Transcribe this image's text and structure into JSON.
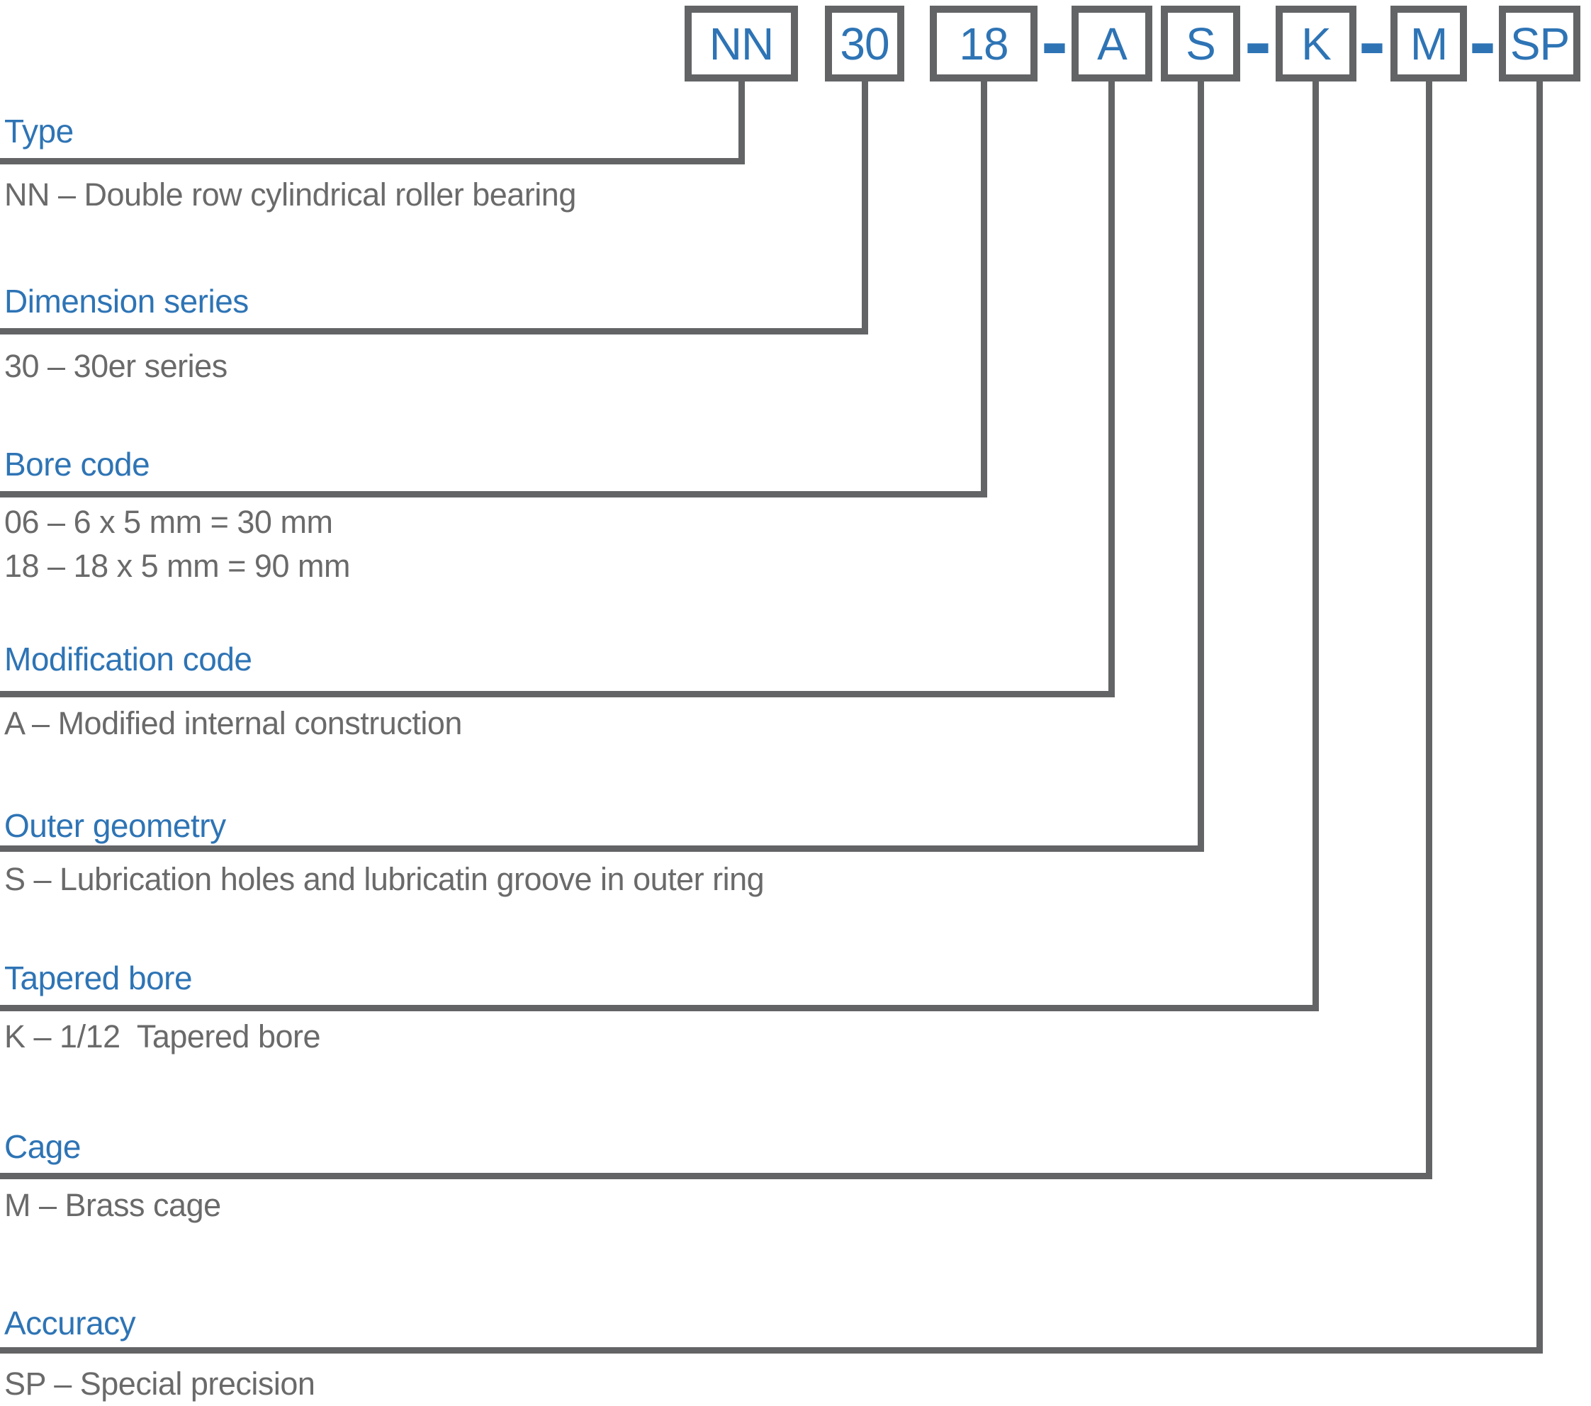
{
  "designation": {
    "full_code": "NN 30 18 - A S - K - M - SP",
    "separator": "-",
    "boxes": [
      {
        "id": "type",
        "text": "NN"
      },
      {
        "id": "dimension-series",
        "text": "30"
      },
      {
        "id": "bore-code",
        "text": "18"
      },
      {
        "id": "modification-code",
        "text": "A"
      },
      {
        "id": "outer-geometry",
        "text": "S"
      },
      {
        "id": "tapered-bore",
        "text": "K"
      },
      {
        "id": "cage",
        "text": "M"
      },
      {
        "id": "accuracy",
        "text": "SP"
      }
    ]
  },
  "sections": [
    {
      "heading": "Type",
      "lines": [
        "NN – Double row cylindrical roller bearing"
      ]
    },
    {
      "heading": "Dimension series",
      "lines": [
        "30 – 30er series"
      ]
    },
    {
      "heading": "Bore code",
      "lines": [
        "06 – 6 x 5 mm = 30 mm",
        "18 – 18 x 5 mm = 90 mm"
      ]
    },
    {
      "heading": "Modification code",
      "lines": [
        "A – Modified internal construction"
      ]
    },
    {
      "heading": "Outer geometry",
      "lines": [
        "S – Lubrication holes and lubricatin groove in outer ring"
      ]
    },
    {
      "heading": "Tapered bore",
      "lines": [
        "K – 1/12  Tapered bore"
      ]
    },
    {
      "heading": "Cage",
      "lines": [
        "M – Brass cage"
      ]
    },
    {
      "heading": "Accuracy",
      "lines": [
        "SP – Special precision"
      ]
    }
  ],
  "colors": {
    "accent_blue": "#2e74b5",
    "text_gray": "#6a6a6a",
    "line_gray": "#636466"
  }
}
